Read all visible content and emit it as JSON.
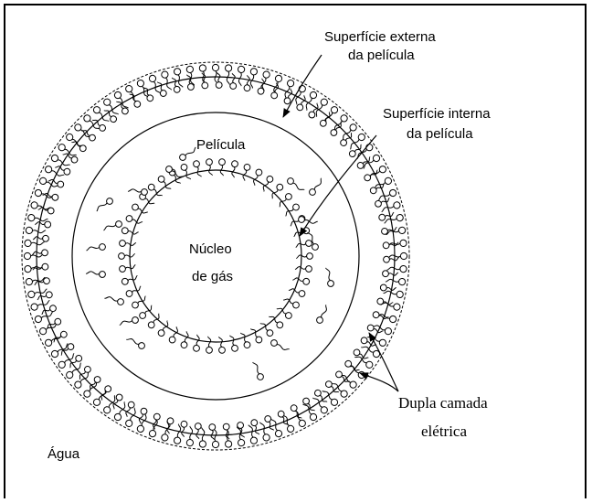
{
  "labels": {
    "outer_surface_1": "Superfície externa",
    "outer_surface_2": "da película",
    "inner_surface_1": "Superfície interna",
    "inner_surface_2": "da película",
    "film": "Película",
    "core_1": "Núcleo",
    "core_2": "de gás",
    "double_layer_1": "Dupla camada",
    "double_layer_2": "elétrica",
    "water": "Água"
  },
  "colors": {
    "line": "#000000",
    "background": "#ffffff"
  }
}
